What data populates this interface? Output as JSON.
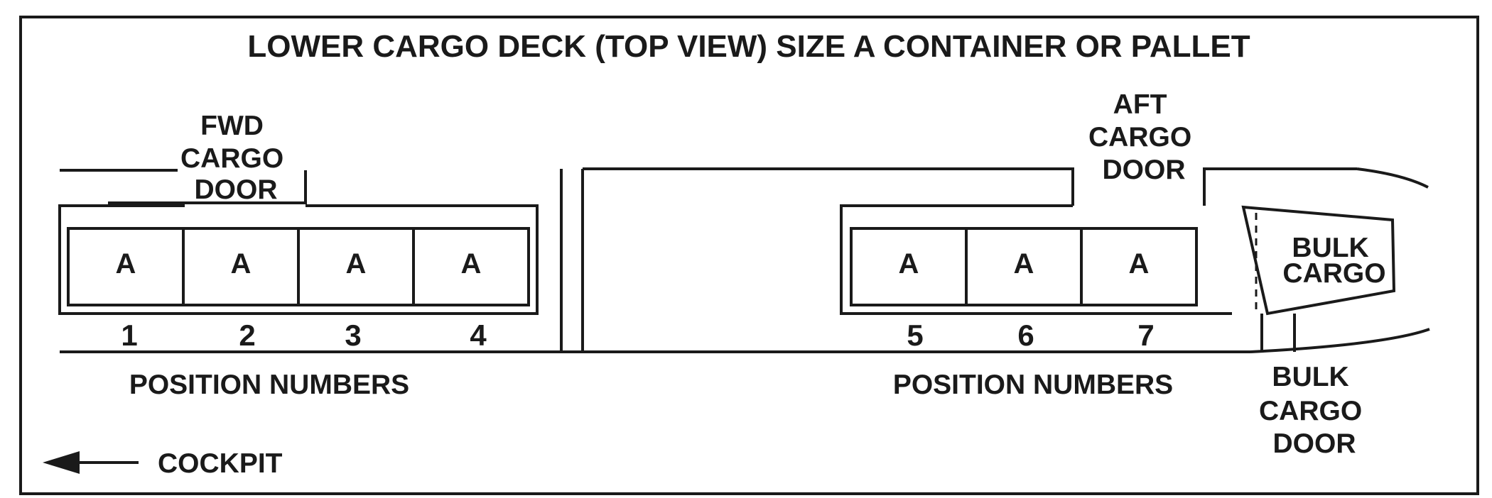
{
  "title": "LOWER CARGO DECK (TOP VIEW) SIZE A CONTAINER OR PALLET",
  "fwd_door": [
    "FWD",
    "CARGO",
    "DOOR"
  ],
  "aft_door": [
    "AFT",
    "CARGO",
    "DOOR"
  ],
  "bulk_cargo": [
    "BULK",
    "CARGO"
  ],
  "bulk_cargo_door": [
    "BULK",
    "CARGO",
    "DOOR"
  ],
  "fwd_positions": [
    {
      "container": "A",
      "number": "1"
    },
    {
      "container": "A",
      "number": "2"
    },
    {
      "container": "A",
      "number": "3"
    },
    {
      "container": "A",
      "number": "4"
    }
  ],
  "aft_positions": [
    {
      "container": "A",
      "number": "5"
    },
    {
      "container": "A",
      "number": "6"
    },
    {
      "container": "A",
      "number": "7"
    }
  ],
  "fwd_positions_label": "POSITION NUMBERS",
  "aft_positions_label": "POSITION NUMBERS",
  "cockpit_label": "COCKPIT",
  "colors": {
    "ink": "#1a1a1a",
    "background": "#ffffff"
  }
}
